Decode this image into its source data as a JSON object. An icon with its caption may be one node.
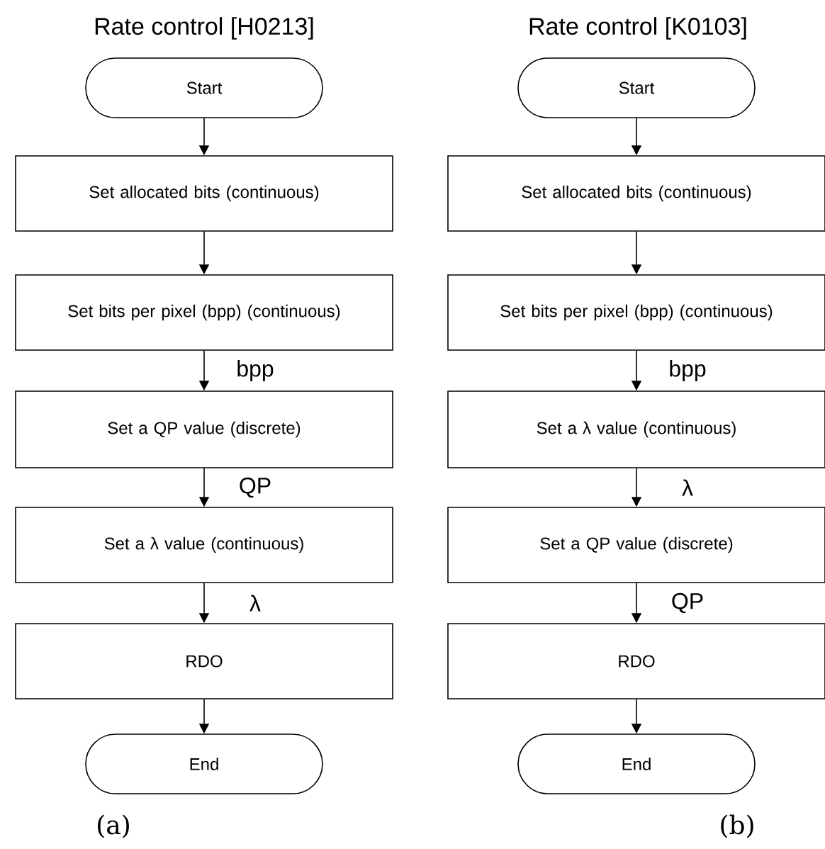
{
  "diagram": {
    "nodes": [
      {
        "text": [
          "Start"
        ]
      },
      {
        "text": [
          "Set allocated bits (continuous)"
        ]
      },
      {
        "text": [
          "Set bits per pixel (bpp) (continuous)"
        ]
      },
      {
        "text": [
          "Set a QP value (discrete)"
        ]
      },
      {
        "text": [
          "Set a λ value (continuous)"
        ]
      },
      {
        "text": [
          "RDO"
        ]
      },
      {
        "text": [
          "End"
        ]
      },
      {
        "text": [
          "Start"
        ]
      },
      {
        "text": [
          "Set allocated bits (continuous)"
        ]
      },
      {
        "text": [
          "Set bits per pixel (bpp) (continuous)"
        ]
      },
      {
        "text": [
          "Set a λ value (continuous)"
        ]
      },
      {
        "text": [
          "Set a QP value (discrete)"
        ]
      },
      {
        "text": [
          "RDO"
        ]
      },
      {
        "text": [
          "End"
        ]
      }
    ],
    "edges": [
      {
        "from": 0,
        "to": 1,
        "arrow": "to"
      },
      {
        "from": 1,
        "to": 2,
        "arrow": "to"
      },
      {
        "from": 2,
        "to": 3,
        "arrow": "to",
        "label": "bpp"
      },
      {
        "from": 3,
        "to": 4,
        "arrow": "to",
        "label": "QP"
      },
      {
        "from": 4,
        "to": 5,
        "arrow": "to",
        "label": "λ"
      },
      {
        "from": 5,
        "to": 6,
        "arrow": "to"
      },
      {
        "from": 7,
        "to": 8,
        "arrow": "to"
      },
      {
        "from": 8,
        "to": 9,
        "arrow": "to"
      },
      {
        "from": 9,
        "to": 10,
        "arrow": "to",
        "label": "bpp"
      },
      {
        "from": 10,
        "to": 11,
        "arrow": "to",
        "label": "λ"
      },
      {
        "from": 11,
        "to": 12,
        "arrow": "to",
        "label": "QP"
      },
      {
        "from": 12,
        "to": 13,
        "arrow": "to"
      }
    ],
    "labels": [
      "Rate control [H0213]",
      "Rate control [K0103]",
      "(a)",
      "(b)"
    ]
  }
}
